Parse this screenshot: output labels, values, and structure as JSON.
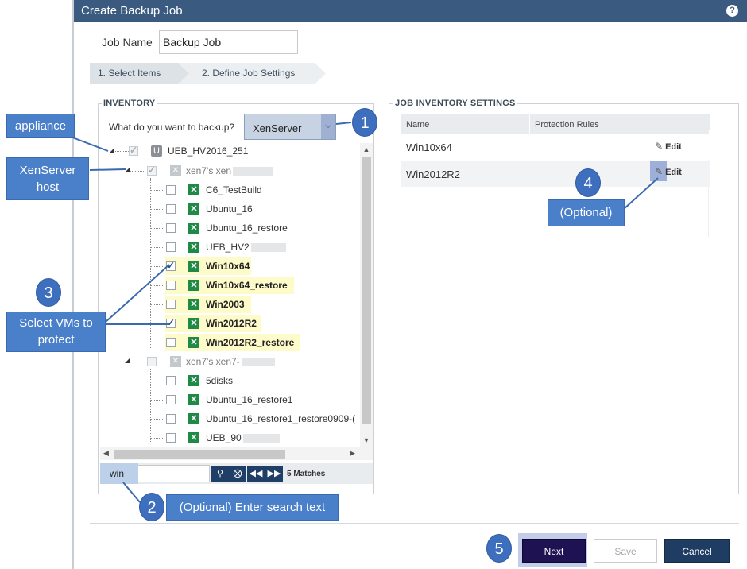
{
  "dialog": {
    "title": "Create Backup Job",
    "help_icon": "question-circle-icon",
    "help_glyph": "?"
  },
  "job": {
    "label": "Job Name",
    "value": "Backup Job"
  },
  "steps": [
    {
      "label": "1. Select Items",
      "active": true
    },
    {
      "label": "2. Define Job Settings",
      "active": false
    }
  ],
  "inventory": {
    "legend": "INVENTORY",
    "question": "What do you want to backup?",
    "type_value": "XenServer",
    "tree": [
      {
        "label": "UEB_HV2016_251",
        "icon": "appliance-icon",
        "checked": true,
        "disabled": true
      },
      {
        "label": "xen7's xen",
        "icon": "xenserver-host-icon",
        "checked": true,
        "disabled": true
      },
      {
        "label": "C6_TestBuild",
        "icon": "vm-icon",
        "checked": false
      },
      {
        "label": "Ubuntu_16",
        "icon": "vm-icon",
        "checked": false
      },
      {
        "label": "Ubuntu_16_restore",
        "icon": "vm-icon",
        "checked": false
      },
      {
        "label": "UEB_HV2",
        "icon": "vm-icon",
        "checked": false
      },
      {
        "label": "Win10x64",
        "icon": "vm-icon",
        "checked": true,
        "match": true
      },
      {
        "label": "Win10x64_restore",
        "icon": "vm-icon",
        "checked": false,
        "match": true
      },
      {
        "label": "Win2003",
        "icon": "vm-icon",
        "checked": false,
        "match": true
      },
      {
        "label": "Win2012R2",
        "icon": "vm-icon",
        "checked": true,
        "match": true
      },
      {
        "label": "Win2012R2_restore",
        "icon": "vm-icon",
        "checked": false,
        "match": true
      },
      {
        "label": "xen7's xen7-",
        "icon": "xenserver-host-icon",
        "checked": false
      },
      {
        "label": "5disks",
        "icon": "vm-icon",
        "checked": false
      },
      {
        "label": "Ubuntu_16_restore1",
        "icon": "vm-icon",
        "checked": false
      },
      {
        "label": "Ubuntu_16_restore1_restore0909-(",
        "icon": "vm-icon",
        "checked": false
      },
      {
        "label": "UEB_90",
        "icon": "vm-icon",
        "checked": false
      }
    ],
    "search": {
      "value": "win",
      "matches": "5 Matches"
    }
  },
  "settings": {
    "legend": "JOB INVENTORY SETTINGS",
    "columns": [
      "Name",
      "Protection Rules"
    ],
    "rows": [
      {
        "name": "Win10x64",
        "action": "Edit"
      },
      {
        "name": "Win2012R2",
        "action": "Edit"
      }
    ]
  },
  "callouts": {
    "appliance": "appliance",
    "host_line1": "XenServer",
    "host_line2": "host",
    "select_vms_line1": "Select VMs to",
    "select_vms_line2": "protect",
    "optional": "(Optional)",
    "search_text": "(Optional) Enter search text",
    "badges": [
      "1",
      "2",
      "3",
      "4",
      "5"
    ]
  },
  "buttons": {
    "next": "Next",
    "save": "Save",
    "cancel": "Cancel"
  },
  "colors": {
    "titlebar": "#3b5a7f",
    "callout": "#4a7fc9",
    "vm_icon": "#1f8a45",
    "match_highlight": "#fdfbc9",
    "next_button": "#1f1252",
    "cancel_button": "#1f3d63"
  }
}
